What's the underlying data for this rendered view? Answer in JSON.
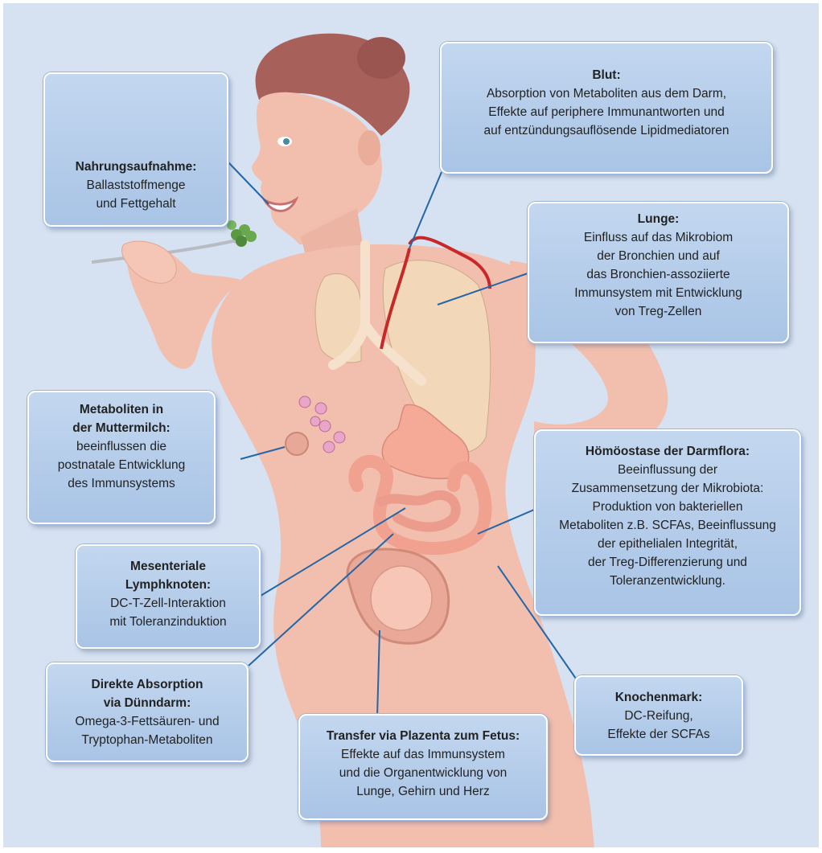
{
  "boxes": {
    "nahrung": {
      "title": "Nahrungsaufnahme:",
      "lines": [
        "Ballaststoffmenge",
        "und Fettgehalt"
      ]
    },
    "blut": {
      "title": "Blut:",
      "lines": [
        "Absorption von Metaboliten aus dem Darm,",
        "Effekte auf periphere Immunantworten und",
        "auf entzündungsauflösende Lipidmediatoren"
      ]
    },
    "lunge": {
      "title": "Lunge:",
      "lines": [
        "Einfluss auf das Mikrobiom",
        "der Bronchien und auf",
        "das Bronchien-assoziierte",
        "Immunsystem mit Entwicklung",
        "von Treg-Zellen"
      ]
    },
    "milch": {
      "title1": "Metaboliten in",
      "title2": "der Muttermilch:",
      "lines": [
        "beeinflussen die",
        "postnatale Entwicklung",
        "des Immunsystems"
      ]
    },
    "darmflora": {
      "title": "Hömöostase der Darmflora:",
      "lines": [
        "Beeinflussung der",
        "Zusammensetzung der Mikrobiota:",
        "Produktion von bakteriellen",
        "Metaboliten z.B. SCFAs, Beeinflussung",
        "der epithelialen Integrität,",
        "der Treg-Differenzierung und",
        "Toleranzentwicklung."
      ]
    },
    "lymph": {
      "title1": "Mesenteriale",
      "title2": "Lymphknoten:",
      "lines": [
        "DC-T-Zell-Interaktion",
        "mit Toleranzinduktion"
      ]
    },
    "duenndarm": {
      "title1": "Direkte Absorption",
      "title2": "via Dünndarm:",
      "lines": [
        "Omega-3-Fettsäuren- und",
        "Tryptophan-Metaboliten"
      ]
    },
    "plazenta": {
      "title": "Transfer via Plazenta zum Fetus:",
      "lines": [
        "Effekte auf das Immunsystem",
        "und die Organentwicklung von",
        "Lunge, Gehirn und Herz"
      ]
    },
    "knochen": {
      "title": "Knochenmark:",
      "lines": [
        "DC-Reifung,",
        "Effekte der SCFAs"
      ]
    }
  },
  "colors": {
    "background": "#d6e2f1",
    "skin": "#f2bfae",
    "skin_shadow": "#e3a592",
    "hair": "#a8605a",
    "box_fill": "#b5cdea",
    "connector": "#2466a8",
    "blood": "#d62b2b",
    "lung": "#f2d8b8"
  },
  "icons": [
    "food-icon",
    "blood-cells-icon",
    "woman-anatomy-illustration"
  ]
}
